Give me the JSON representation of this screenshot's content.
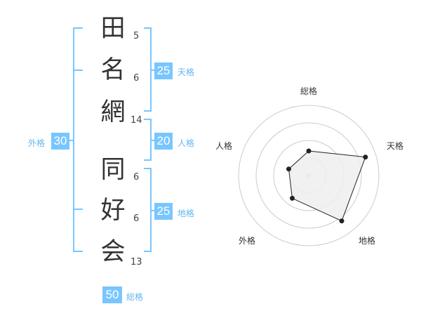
{
  "surname": {
    "chars": [
      {
        "char": "田",
        "strokes": "5"
      },
      {
        "char": "名",
        "strokes": "6"
      },
      {
        "char": "網",
        "strokes": "14"
      }
    ]
  },
  "given_name": {
    "chars": [
      {
        "char": "同",
        "strokes": "6"
      },
      {
        "char": "好",
        "strokes": "6"
      },
      {
        "char": "会",
        "strokes": "13"
      }
    ]
  },
  "kaku": {
    "tenkaku": {
      "value": "25",
      "label": "天格"
    },
    "jinkaku": {
      "value": "20",
      "label": "人格"
    },
    "chikaku": {
      "value": "25",
      "label": "地格"
    },
    "gaikaku": {
      "value": "30",
      "label": "外格"
    },
    "soukaku": {
      "value": "50",
      "label": "総格"
    }
  },
  "colors": {
    "accent": "#78c6ff",
    "label": "#62b6ef",
    "text": "#333333",
    "radar_fill": "#eeeeee"
  },
  "chart_data": {
    "type": "radar",
    "axes": [
      "総格",
      "天格",
      "地格",
      "外格",
      "人格"
    ],
    "values": [
      0.35,
      0.85,
      0.8,
      0.4,
      0.3
    ],
    "rings": 4
  }
}
